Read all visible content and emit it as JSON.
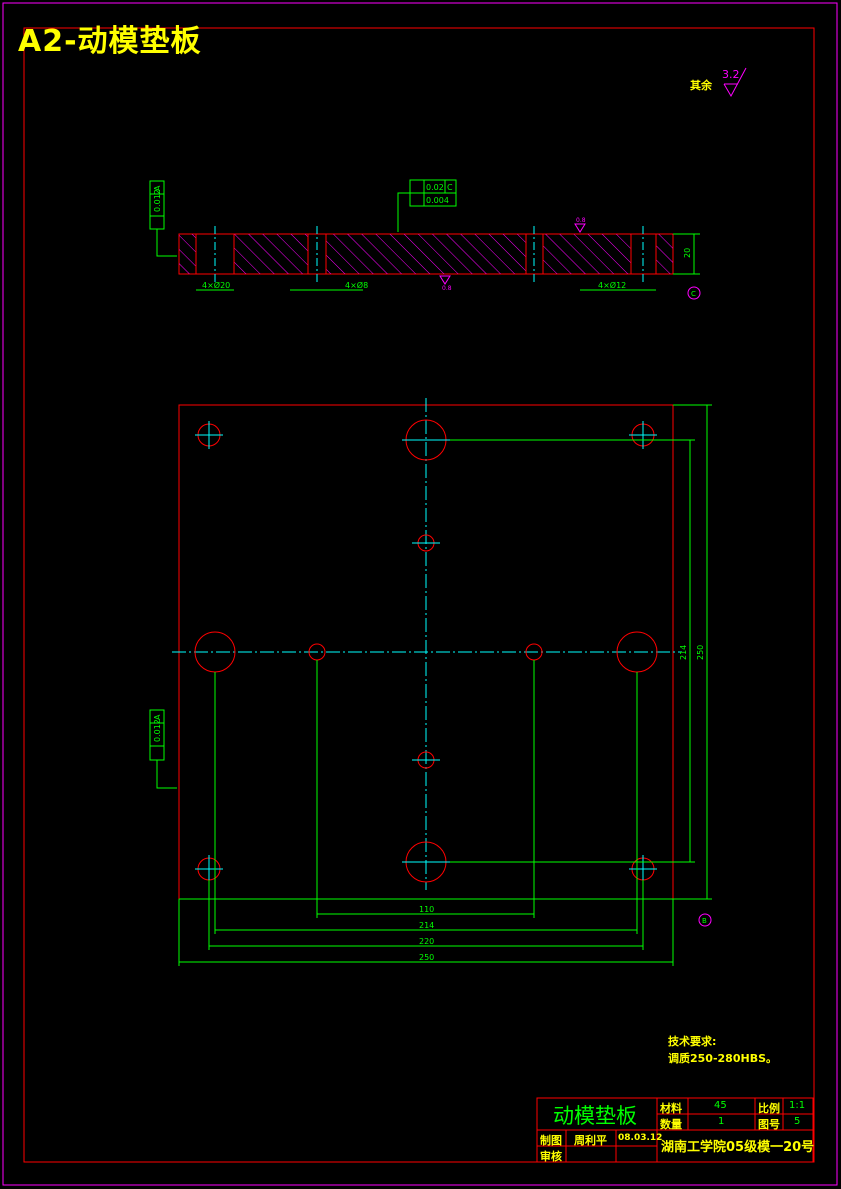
{
  "sheet": {
    "title": "A2-动模垫板"
  },
  "roughness": {
    "label": "其余",
    "value": "3.2"
  },
  "section_view": {
    "tolerance_flatness": "0.012",
    "datum_ref_a": "A",
    "parallel_tol": "0.02",
    "parallel_datum": "C",
    "flat_tol": "0.004",
    "hole_label_1": "4×Ø20",
    "hole_label_2": "4×Ø8",
    "hole_label_3": "4×Ø12",
    "thickness": "20",
    "datum_c": "C",
    "rough_mark_1": "0.8",
    "rough_mark_2": "0.8"
  },
  "plan_view": {
    "tolerance_flatness": "0.012",
    "datum_ref_a": "A",
    "dim_110": "110",
    "dim_214": "214",
    "dim_220": "220",
    "dim_250": "250",
    "dim_214v": "214",
    "dim_250v": "250",
    "datum_b": "B"
  },
  "tech_requirements": {
    "heading": "技术要求:",
    "line1": "调质250-280HBS。"
  },
  "title_block": {
    "part_name": "动模垫板",
    "material_label": "材料",
    "material_value": "45",
    "scale_label": "比例",
    "scale_value": "1:1",
    "qty_label": "数量",
    "qty_value": "1",
    "drawing_no_label": "图号",
    "drawing_no_value": "5",
    "drawn_label": "制图",
    "drawn_name": "周利平",
    "drawn_date": "08.03.12",
    "check_label": "审核",
    "school": "湖南工学院05级模一20号"
  }
}
